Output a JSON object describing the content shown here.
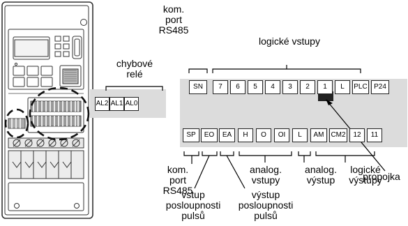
{
  "labels": {
    "kom_port_top": [
      "kom.",
      "port",
      "RS485"
    ],
    "logicke_vstupy": "logické vstupy",
    "chybove_rele": [
      "chybové",
      "relé"
    ],
    "kom_port_bottom": [
      "kom.",
      "port",
      "RS485"
    ],
    "analog_vstupy": [
      "analog.",
      "vstupy"
    ],
    "analog_vystup": [
      "analog.",
      "výstup"
    ],
    "logicke_vystupy": [
      "logické",
      "výstupy"
    ],
    "vstup_posloupnosti": [
      "vstup",
      "posloupnosti",
      "pulsů"
    ],
    "vystup_posloupnosti": [
      "výstup",
      "posloupnosti",
      "pulsů"
    ],
    "propojka": "propojka"
  },
  "relay_terminals": [
    "AL2",
    "AL1",
    "AL0"
  ],
  "top_row_terminals": [
    "SN",
    "7",
    "6",
    "5",
    "4",
    "3",
    "2",
    "1",
    "L",
    "PLC",
    "P24"
  ],
  "bottom_row_terminals": [
    "SP",
    "EO",
    "EA",
    "H",
    "O",
    "OI",
    "L",
    "AM",
    "CM2",
    "12",
    "11"
  ],
  "colors": {
    "panel": "#dcdcdc",
    "terminal": "#ffffff",
    "line": "#000000"
  }
}
